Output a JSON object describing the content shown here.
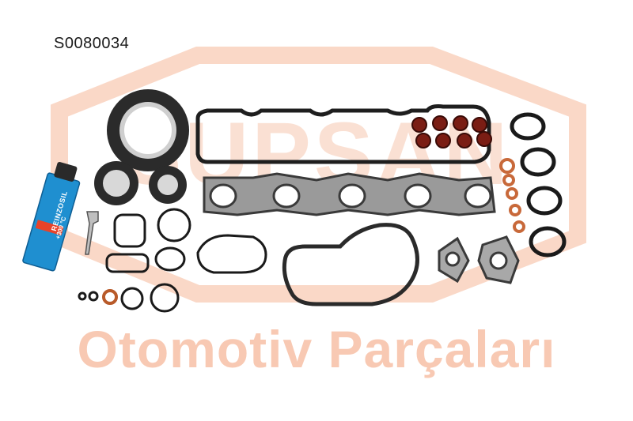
{
  "product_code": "S0080034",
  "watermark": {
    "brand": "SUPSAN",
    "tagline": "Otomotiv Parçaları",
    "color": "#f4a882"
  },
  "sealant_tube": {
    "brand": "REINZOSIL",
    "temp_badge": "+300 °C",
    "colors": {
      "body": "#1f8fd0",
      "cap": "#2a2a2a",
      "badge": "#e8432a"
    }
  }
}
